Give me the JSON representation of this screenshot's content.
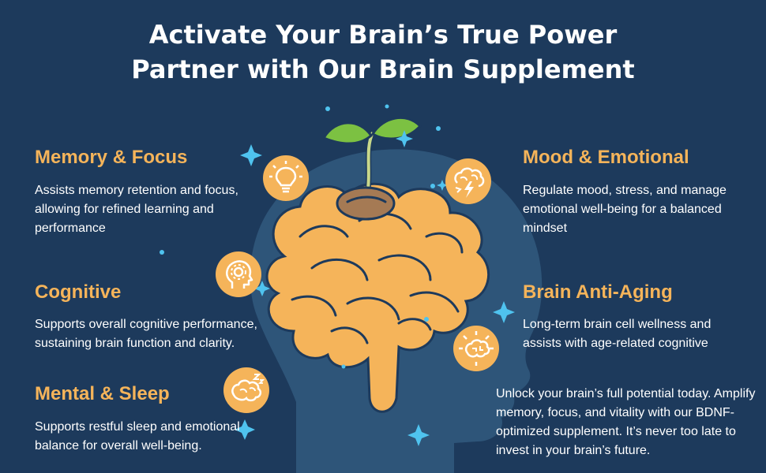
{
  "title": {
    "line1": "Activate Your Brain’s True Power",
    "line2": "Partner with Our Brain Supplement"
  },
  "left": [
    {
      "heading": "Memory & Focus",
      "body": "Assists memory retention and focus, allowing for refined learning and performance",
      "icon": "lightbulb-icon"
    },
    {
      "heading": "Cognitive",
      "body": "Supports overall cognitive performance, sustaining brain function and clarity.",
      "icon": "head-gear-icon"
    },
    {
      "heading": "Mental & Sleep",
      "body": "Supports restful sleep and emotional balance for overall well-being.",
      "icon": "sleeping-brain-icon"
    }
  ],
  "right": [
    {
      "heading": "Mood & Emotional",
      "body": "Regulate mood, stress, and manage emotional well-being for a balanced mindset",
      "icon": "brain-lightning-icon"
    },
    {
      "heading": "Brain Anti-Aging",
      "body": "Long-term brain cell wellness and assists with age-related cognitive",
      "icon": "glowing-brain-icon"
    }
  ],
  "closing": "Unlock your brain’s full potential today. Amplify memory, focus, and vitality with our BDNF-optimized supplement. It’s never too late to invest in your brain’s future.",
  "colors": {
    "background": "#1d3a5c",
    "head_silhouette": "#2e5579",
    "brain": "#f5b45a",
    "brain_outline": "#1d3a5c",
    "accent_text": "#f5b45a",
    "star": "#4fc3ef",
    "leaf": "#7cc142",
    "seed": "#a57a54"
  }
}
